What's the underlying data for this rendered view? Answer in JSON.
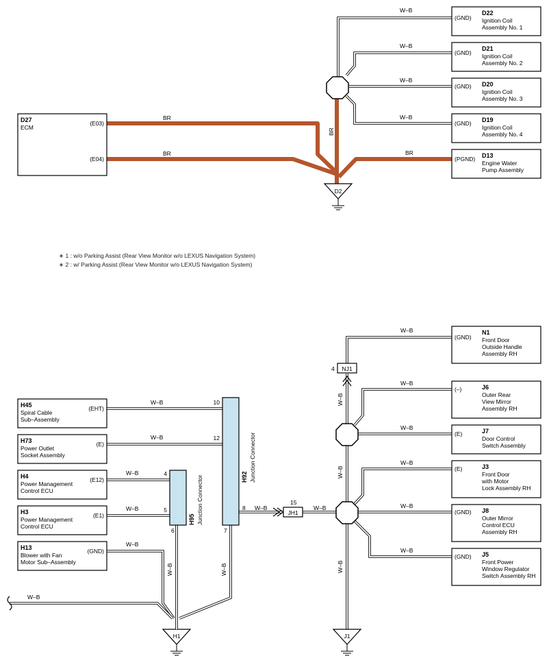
{
  "top": {
    "ecm": {
      "code": "D27",
      "name": "ECM",
      "pin_e03": "(E03)",
      "pin_e04": "(E04)"
    },
    "wire_br": "BR",
    "wire_wb": "W–B",
    "ground": "D2",
    "components": [
      {
        "code": "D22",
        "pin": "(GND)",
        "lines": [
          "Ignition Coil",
          "Assembly No.  1"
        ]
      },
      {
        "code": "D21",
        "pin": "(GND)",
        "lines": [
          "Ignition Coil",
          "Assembly No.  2"
        ]
      },
      {
        "code": "D20",
        "pin": "(GND)",
        "lines": [
          "Ignition Coil",
          "Assembly No.  3"
        ]
      },
      {
        "code": "D19",
        "pin": "(GND)",
        "lines": [
          "Ignition Coil",
          "Assembly No.  4"
        ]
      },
      {
        "code": "D13",
        "pin": "(PGND)",
        "lines": [
          "Engine Water",
          "Pump Assembly"
        ]
      }
    ]
  },
  "notes": [
    "∗ 1 : w/o Parking Assist (Rear View Monitor w/o LEXUS Navigation System)",
    "∗ 2 : w/ Parking Assist (Rear View Monitor w/o LEXUS Navigation System)"
  ],
  "bottom": {
    "wire_wb": "W–B",
    "left_components": [
      {
        "code": "H45",
        "pin": "(EHT)",
        "lines": [
          "Spiral Cable",
          "Sub–Assembly"
        ]
      },
      {
        "code": "H73",
        "pin": "(E)",
        "lines": [
          "Power Outlet",
          "Socket Assembly"
        ]
      },
      {
        "code": "H4",
        "pin": "(E12)",
        "lines": [
          "Power Management",
          "Control ECU"
        ]
      },
      {
        "code": "H3",
        "pin": "(E1)",
        "lines": [
          "Power Management",
          "Control ECU"
        ]
      },
      {
        "code": "H13",
        "pin": "(GND)",
        "lines": [
          "Blower with Fan",
          "Motor Sub–Assembly"
        ]
      }
    ],
    "h95": {
      "code": "H95",
      "name": "Junction Connector",
      "pins": [
        "4",
        "5",
        "6"
      ]
    },
    "h92": {
      "code": "H92",
      "name": "Junction Connector",
      "pins": [
        "10",
        "12",
        "8",
        "7"
      ]
    },
    "jh1": {
      "code": "JH1",
      "pin": "15"
    },
    "nj1": {
      "code": "NJ1",
      "pin": "4"
    },
    "grounds": [
      "H1",
      "J1"
    ],
    "right_components": [
      {
        "code": "N1",
        "pin": "(GND)",
        "lines": [
          "Front Door",
          "Outside Handle",
          "Assembly RH"
        ]
      },
      {
        "code": "J6",
        "pin": "(–)",
        "lines": [
          "Outer Rear",
          "View Mirror",
          "Assembly RH"
        ]
      },
      {
        "code": "J7",
        "pin": "(E)",
        "lines": [
          "Door Control",
          "Switch Assembly"
        ]
      },
      {
        "code": "J3",
        "pin": "(E)",
        "lines": [
          "Front Door",
          "with Motor",
          "Lock Assembly RH"
        ]
      },
      {
        "code": "J8",
        "pin": "(GND)",
        "lines": [
          "Outer Mirror",
          "Control ECU",
          "Assembly RH"
        ]
      },
      {
        "code": "J5",
        "pin": "(GND)",
        "lines": [
          "Front Power",
          "Window Regulator",
          "Switch Assembly RH"
        ]
      }
    ]
  }
}
